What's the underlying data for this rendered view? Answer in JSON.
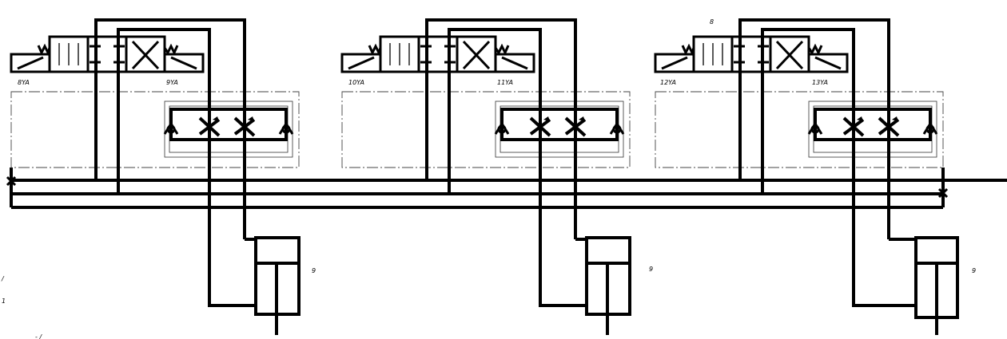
{
  "valves": [
    {
      "left_coil": "8YA",
      "right_coil": "9YA",
      "top_mark": ""
    },
    {
      "left_coil": "10YA",
      "right_coil": "11YA",
      "top_mark": ""
    },
    {
      "left_coil": "12YA",
      "right_coil": "13YA",
      "top_mark": "8"
    }
  ],
  "cylinders": [
    {
      "label": "9"
    },
    {
      "label": "9"
    },
    {
      "label": "9"
    }
  ],
  "margin_marks": [
    "/",
    "1",
    "- /"
  ]
}
